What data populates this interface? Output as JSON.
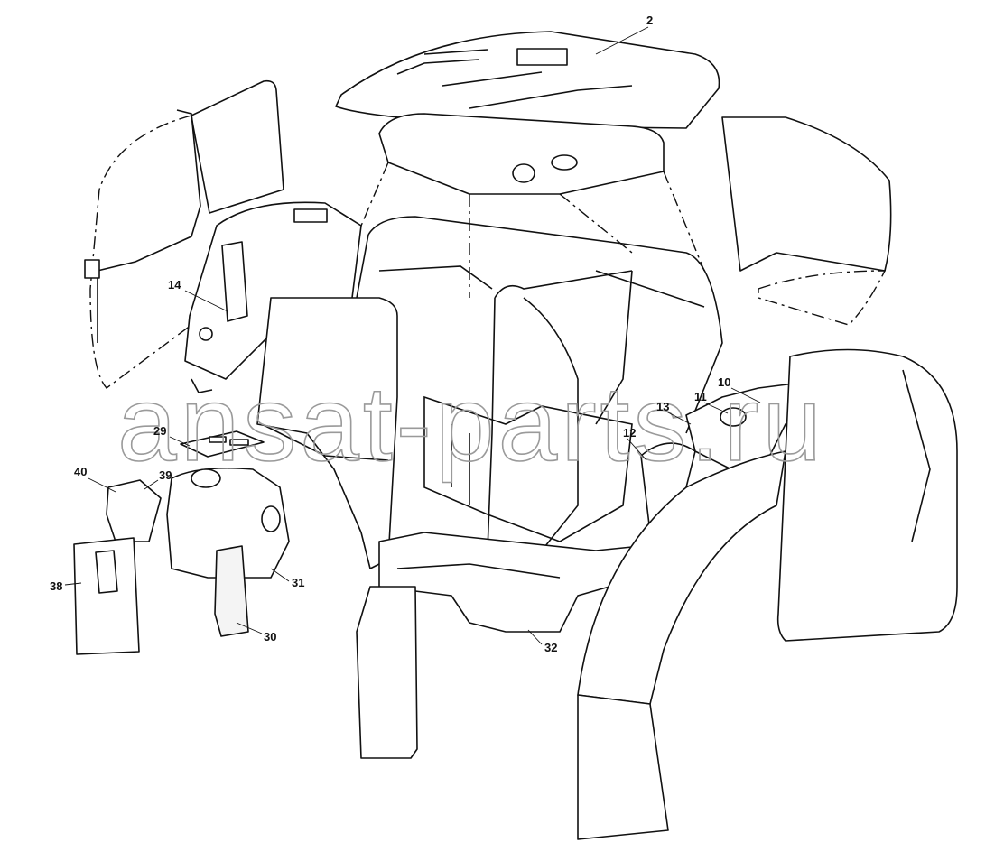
{
  "diagram": {
    "title": "Tractor cab exploded parts diagram",
    "callouts": [
      {
        "id": "2",
        "label": "2"
      },
      {
        "id": "14",
        "label": "14"
      },
      {
        "id": "29",
        "label": "29"
      },
      {
        "id": "40",
        "label": "40"
      },
      {
        "id": "39",
        "label": "39"
      },
      {
        "id": "38",
        "label": "38"
      },
      {
        "id": "31",
        "label": "31"
      },
      {
        "id": "30",
        "label": "30"
      },
      {
        "id": "32",
        "label": "32"
      },
      {
        "id": "12",
        "label": "12"
      },
      {
        "id": "13",
        "label": "13"
      },
      {
        "id": "11",
        "label": "11"
      },
      {
        "id": "10",
        "label": "10"
      }
    ],
    "watermark": "ansat-parts.ru"
  }
}
